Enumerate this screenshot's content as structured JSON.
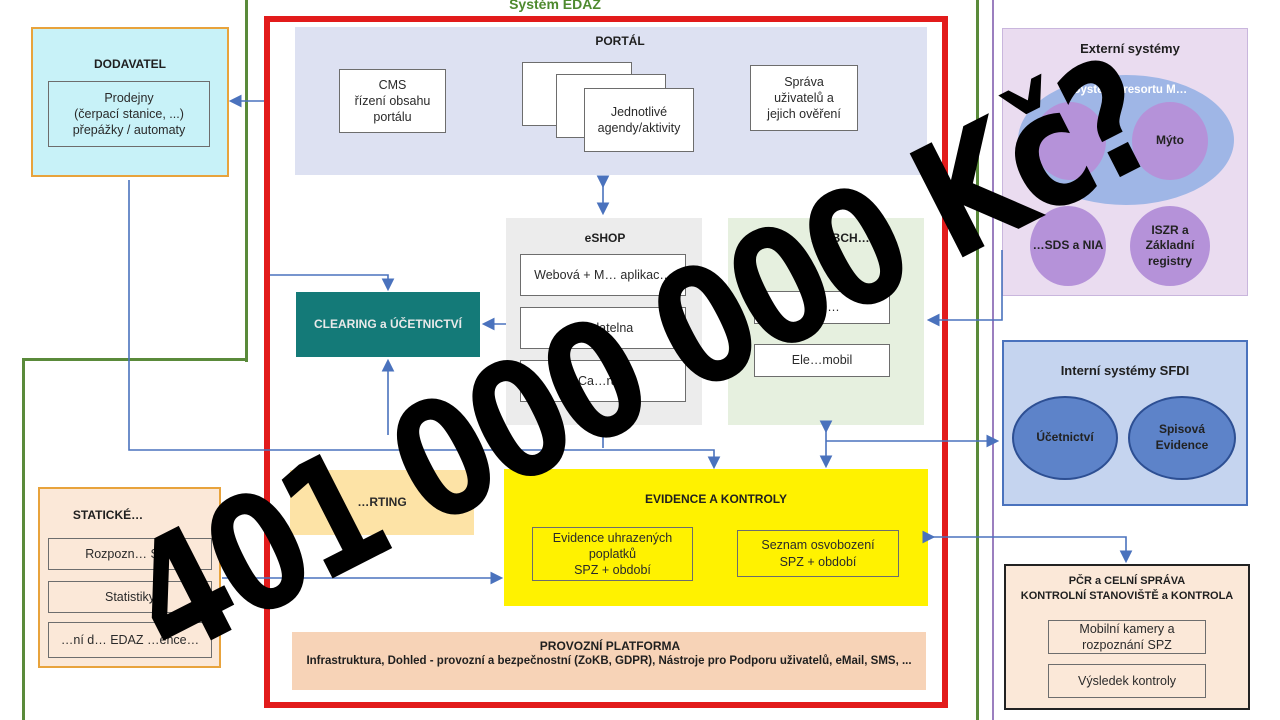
{
  "header": {
    "system_title": "Systém EDAZ"
  },
  "dodavatel": {
    "title": "DODAVATEL",
    "box": "Prodejny\n(čerpací stanice, ...)\npřepážky / automaty"
  },
  "portal": {
    "title": "PORTÁL",
    "cms": "CMS\nřízení obsahu\nportálu",
    "agendy": "Jednotlivé\nagendy/aktivity",
    "sprava": "Správa\nuživatelů a\njejich ověření"
  },
  "eshop": {
    "title": "eSHOP",
    "items": [
      "Webová + M… aplikac…",
      "…odatelna",
      "Ca…rum"
    ]
  },
  "obchod": {
    "title": "…OBCH…",
    "items": [
      "Insti…",
      "Ele…mobil"
    ]
  },
  "clearing": {
    "label": "CLEARING a ÚČETNICTVÍ"
  },
  "reporting": {
    "label": "…RTING"
  },
  "evidence": {
    "title": "EVIDENCE A KONTROLY",
    "box1": "Evidence uhrazených\npoplatků\nSPZ + období",
    "box2": "Seznam osvobození\nSPZ + období"
  },
  "platforma": {
    "title": "PROVOZNÍ PLATFORMA",
    "text": "Infrastruktura, Dohled - provozní a bezpečnostní (ZoKB, GDPR), Nástroje pro Podporu uživatelů, eMail, SMS, ..."
  },
  "staticke": {
    "title": "STATICKÉ…",
    "items": [
      "Rozpozn… SPZ",
      "Statistiky",
      "…ní d… EDAZ …ence…"
    ]
  },
  "externi": {
    "title": "Externí systémy",
    "resort": "Systémy resortu M…",
    "circles": [
      "Mýto",
      "…SDS a NIA",
      "ISZR a\nZákladní\nregistry"
    ]
  },
  "interni": {
    "title": "Interní systémy SFDI",
    "circles": [
      "Účetnictví",
      "Spisová\nEvidence"
    ]
  },
  "pcr": {
    "title": "PČR a CELNÍ SPRÁVA\nKONTROLNÍ STANOVIŠTĚ a KONTROLA",
    "items": [
      "Mobilní kamery a\nrozpoznání SPZ",
      "Výsledek kontroly"
    ]
  },
  "overlay": {
    "amount": "401 000 000 Kč?"
  },
  "colors": {
    "red_border": "#e21b1b",
    "green_line": "#5a8a3a",
    "portal_bg": "#dde1f2",
    "clearing_bg": "#147a78",
    "evidence_bg": "#fff200",
    "platform_bg": "#f7d3b7",
    "dodavatel_bg": "#c8f2f8",
    "arrow": "#4a72bd",
    "interni_bg": "#c5d4ef",
    "externi_bg": "#eadcf0",
    "circle_purple": "#b592d9"
  }
}
